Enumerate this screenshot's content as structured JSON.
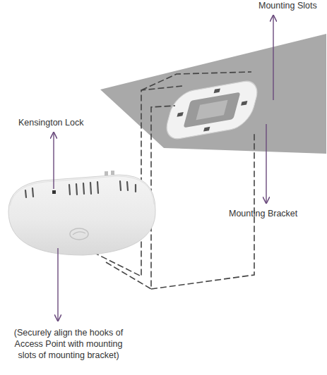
{
  "diagram": {
    "labels": [
      "Mounting Slots",
      "Kensington Lock",
      "Mounting Bracket",
      "(Securely align the hooks of Access Point with mounting slots of mounting bracket)"
    ]
  }
}
